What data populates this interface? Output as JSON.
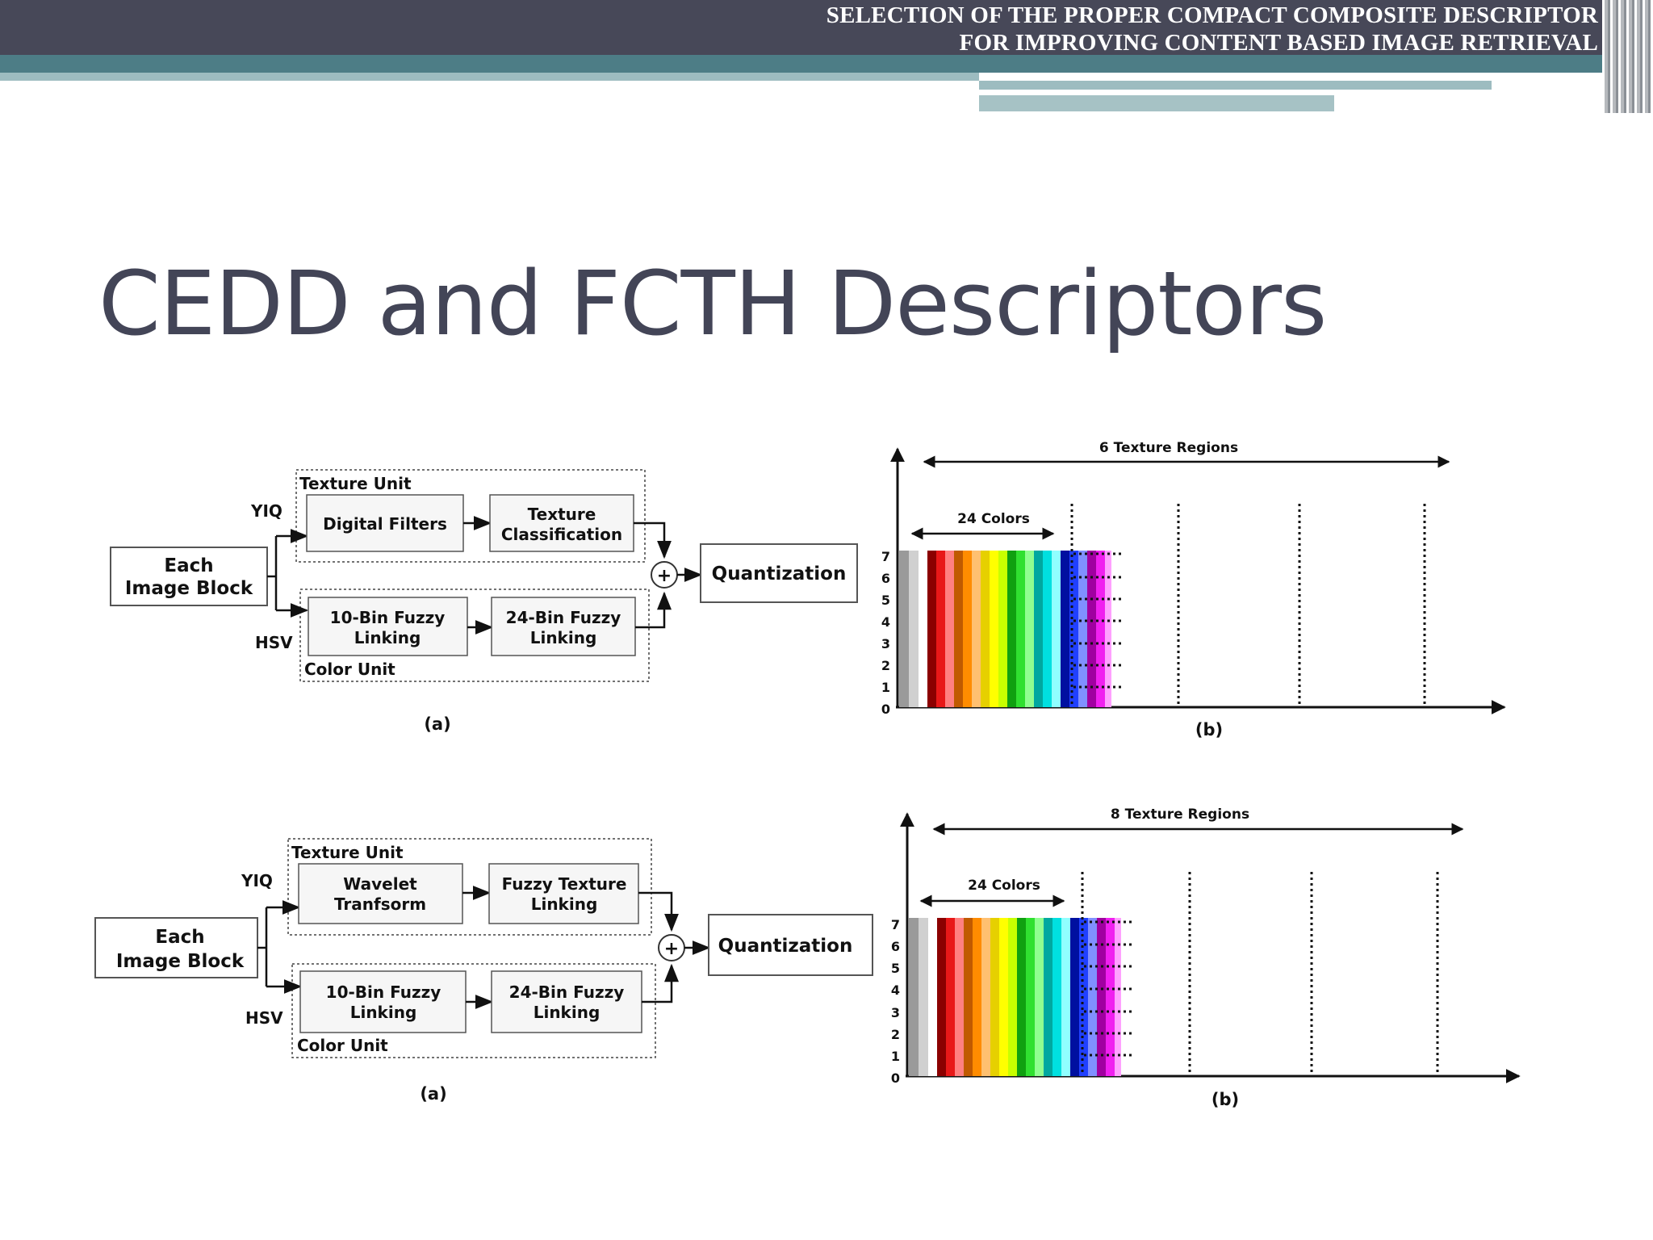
{
  "header": {
    "line1": "SELECTION OF THE PROPER COMPACT COMPOSITE DESCRIPTOR",
    "line2": "FOR IMPROVING CONTENT BASED IMAGE RETRIEVAL"
  },
  "title": "CEDD and FCTH Descriptors",
  "colors": {
    "title": "#434557",
    "header_dark": "#474858",
    "header_teal": "#4d7d86",
    "header_light": "#9dbcc0"
  },
  "cedd": {
    "input_line1": "Each",
    "input_line2": "Image Block",
    "yiq": "YIQ",
    "hsv": "HSV",
    "texture_unit": "Texture Unit",
    "color_unit": "Color Unit",
    "box1": [
      "Digital Filters"
    ],
    "box2": [
      "Texture",
      "Classification"
    ],
    "box3": [
      "10-Bin Fuzzy",
      "Linking"
    ],
    "box4": [
      "24-Bin Fuzzy",
      "Linking"
    ],
    "plus": "+",
    "quant": "Quantization",
    "caption_a": "(a)",
    "regions_label": "6 Texture Regions",
    "colors_label": "24 Colors",
    "yticks": [
      "0",
      "1",
      "2",
      "3",
      "4",
      "5",
      "6",
      "7"
    ],
    "caption_b": "(b)"
  },
  "fcth": {
    "input_line1": "Each",
    "input_line2": "Image Block",
    "yiq": "YIQ",
    "hsv": "HSV",
    "texture_unit": "Texture Unit",
    "color_unit": "Color Unit",
    "box1": [
      "Wavelet",
      "Tranfsorm"
    ],
    "box2": [
      "Fuzzy Texture",
      "Linking"
    ],
    "box3": [
      "10-Bin Fuzzy",
      "Linking"
    ],
    "box4": [
      "24-Bin Fuzzy",
      "Linking"
    ],
    "plus": "+",
    "quant": "Quantization",
    "caption_a": "(a)",
    "regions_label": "8 Texture Regions",
    "colors_label": "24 Colors",
    "yticks": [
      "0",
      "1",
      "2",
      "3",
      "4",
      "5",
      "6",
      "7"
    ],
    "caption_b": "(b)"
  }
}
